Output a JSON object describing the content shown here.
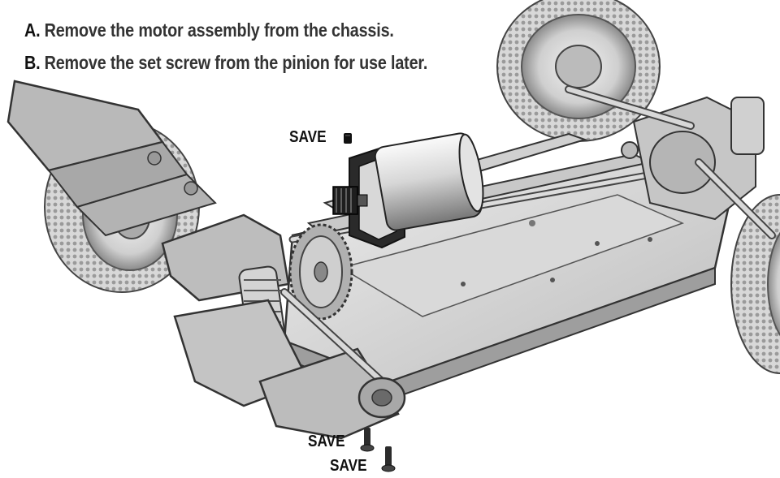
{
  "instructions": [
    {
      "key": "A.",
      "text": "Remove the motor assembly from the chassis."
    },
    {
      "key": "B.",
      "text": "Remove the set screw from the pinion for use later."
    }
  ],
  "callouts": {
    "set_screw_save": "SAVE",
    "mount_screw_save_1": "SAVE",
    "mount_screw_save_2": "SAVE"
  },
  "colors": {
    "text": "#222222",
    "part_light": "#e4e4e4",
    "part_mid": "#bdbdbd",
    "part_dark": "#6e6e6e",
    "outline": "#3a3a3a",
    "motor_plate": "#2a2a2a"
  }
}
